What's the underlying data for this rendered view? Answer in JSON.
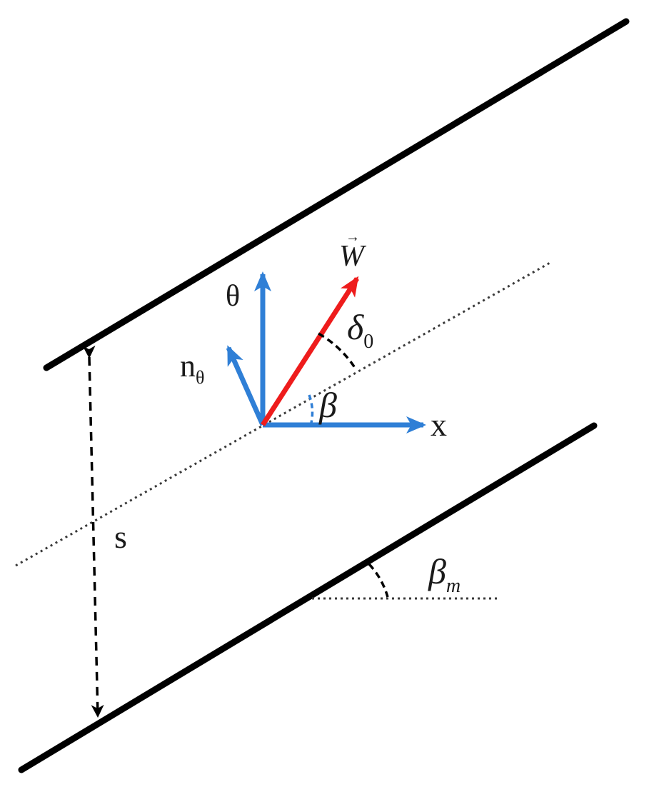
{
  "labels": {
    "theta": "θ",
    "n_theta_base": "n",
    "n_theta_sub": "θ",
    "w_vector": "W",
    "w_arrow_mark": "→",
    "delta_base": "δ",
    "delta_sub": "0",
    "beta": "β",
    "x_axis": "x",
    "spacing": "s",
    "beta_m_base": "β",
    "beta_m_sub": "m"
  },
  "colors": {
    "blade": "#000000",
    "axis_blue": "#2f7fd6",
    "velocity_red": "#ee1c1c",
    "guide_line": "#3a3a3a"
  },
  "icons": {
    "theta_axis": "arrow-up-icon",
    "x_axis": "arrow-right-icon",
    "normal_vector": "arrow-up-left-icon",
    "velocity_vector": "arrow-up-right-icon",
    "spacing_dimension": "double-arrow-vertical-icon"
  }
}
